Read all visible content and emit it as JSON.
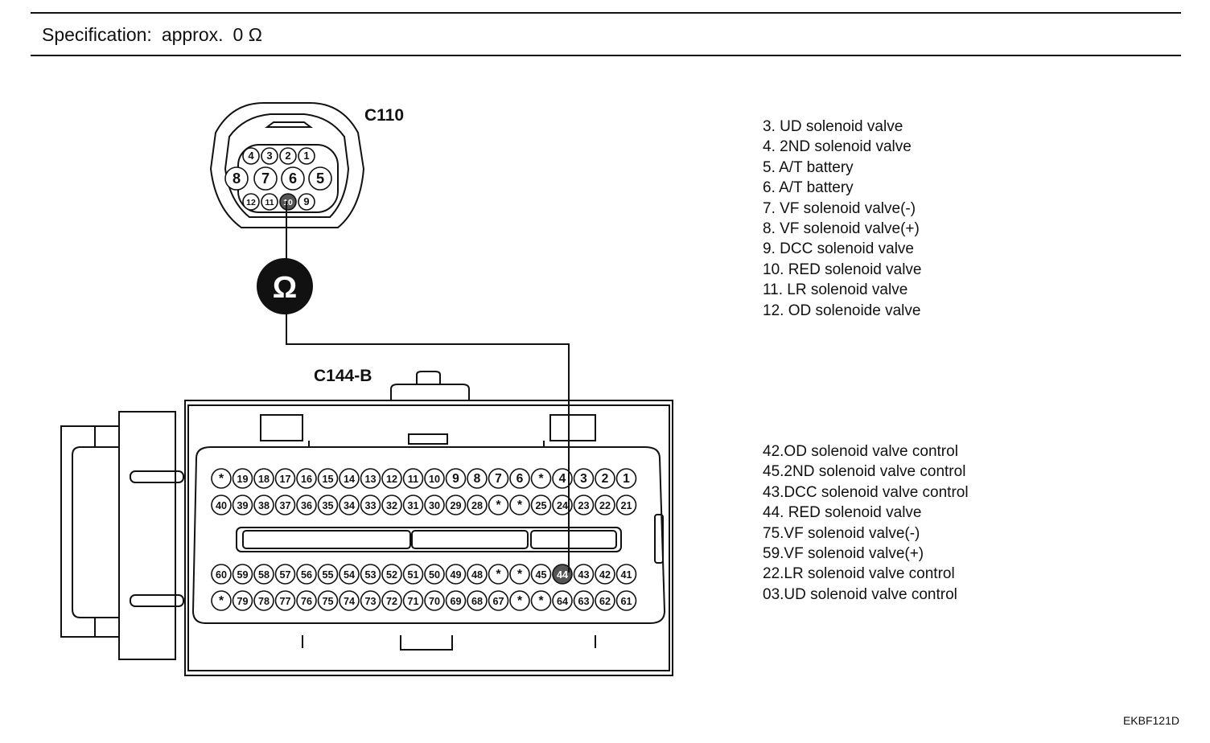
{
  "specification": {
    "label": "Specification:",
    "value": "approx.",
    "amount": "0 Ω"
  },
  "connectors": {
    "c110": {
      "label": "C110",
      "pins": [
        "4",
        "3",
        "2",
        "1",
        "8",
        "7",
        "6",
        "5",
        "12",
        "11",
        "10",
        "9"
      ]
    },
    "c144b": {
      "label": "C144-B",
      "rows": [
        [
          "*",
          "19",
          "18",
          "17",
          "16",
          "15",
          "14",
          "13",
          "12",
          "11",
          "10",
          "9",
          "8",
          "7",
          "6",
          "*",
          "4",
          "3",
          "2",
          "1"
        ],
        [
          "40",
          "39",
          "38",
          "37",
          "36",
          "35",
          "34",
          "33",
          "32",
          "31",
          "30",
          "29",
          "28",
          "*",
          "*",
          "25",
          "24",
          "23",
          "22",
          "21"
        ],
        [
          "60",
          "59",
          "58",
          "57",
          "56",
          "55",
          "54",
          "53",
          "52",
          "51",
          "50",
          "49",
          "48",
          "*",
          "*",
          "45",
          "44",
          "43",
          "42",
          "41"
        ],
        [
          "*",
          "79",
          "78",
          "77",
          "76",
          "75",
          "74",
          "73",
          "72",
          "71",
          "70",
          "69",
          "68",
          "67",
          "*",
          "*",
          "64",
          "63",
          "62",
          "61"
        ]
      ]
    }
  },
  "meter": {
    "symbol": "Ω",
    "from_pin": "10",
    "to_pin": "44"
  },
  "legend_c110": [
    "3. UD solenoid valve",
    "4. 2ND solenoid valve",
    "5. A/T battery",
    "6. A/T battery",
    "7. VF solenoid valve(-)",
    "8. VF solenoid valve(+)",
    "9. DCC solenoid valve",
    "10. RED solenoid valve",
    "11. LR solenoid valve",
    "12. OD solenoide valve"
  ],
  "legend_c144b": [
    "42.OD solenoid valve control",
    "45.2ND solenoid valve control",
    "43.DCC solenoid valve control",
    "44. RED solenoid valve",
    "75.VF solenoid valve(-)",
    "59.VF solenoid valve(+)",
    "22.LR solenoid valve control",
    "03.UD solenoid valve control"
  ],
  "figure_code": "EKBF121D"
}
